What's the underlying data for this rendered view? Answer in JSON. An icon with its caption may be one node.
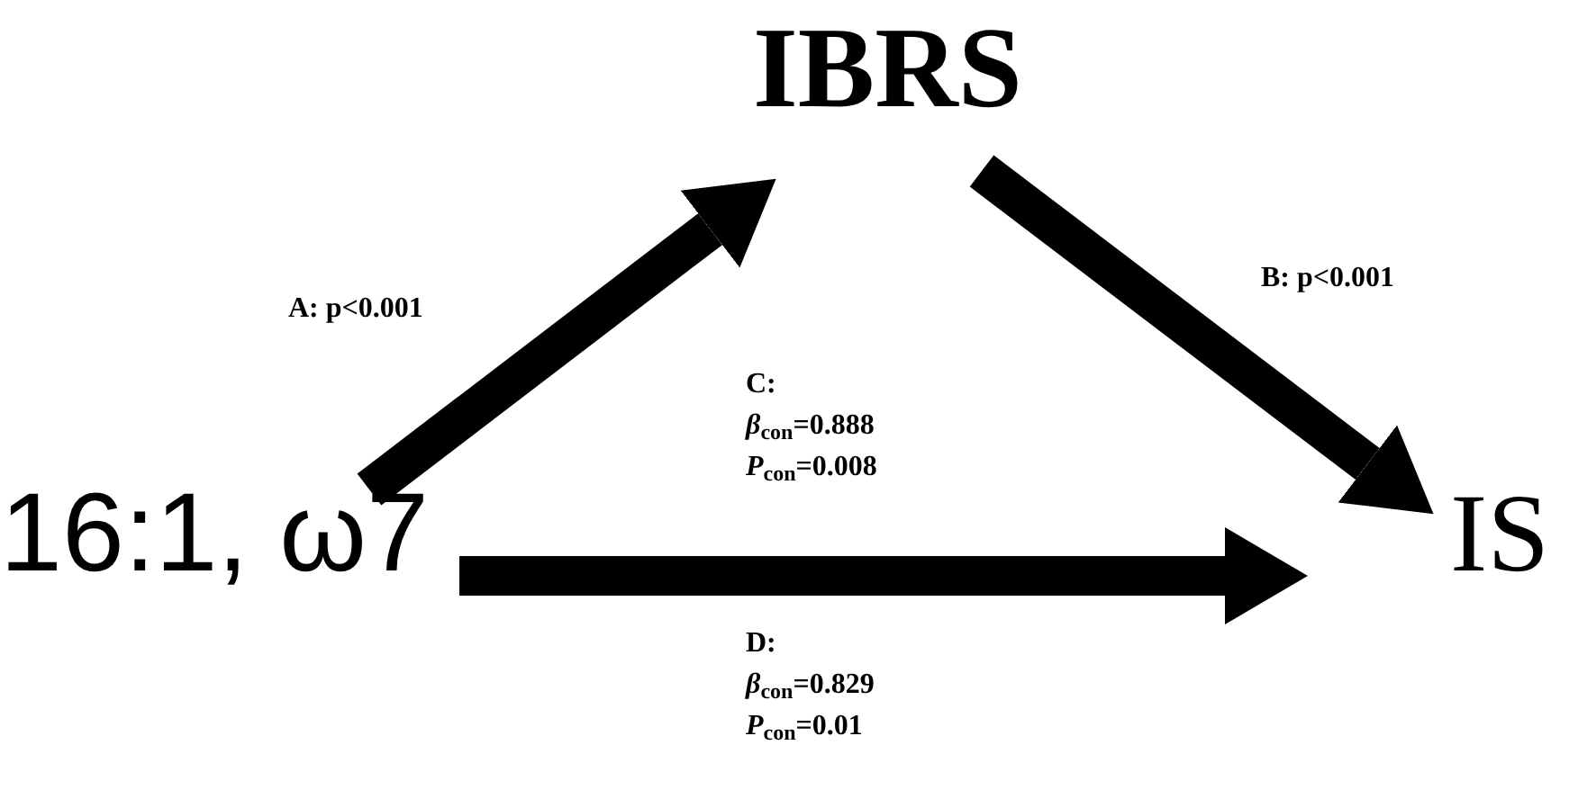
{
  "diagram": {
    "nodes": [
      {
        "text": [
          "IBRS"
        ]
      },
      {
        "text": [
          "16:1, ω7"
        ]
      },
      {
        "text": [
          "IS"
        ]
      }
    ],
    "edges": [
      {
        "from": 1,
        "to": 0,
        "arrow": "to",
        "label": "A: p<0.001"
      },
      {
        "from": 0,
        "to": 2,
        "arrow": "to",
        "label": "B: p<0.001"
      },
      {
        "from": 1,
        "to": 2,
        "arrow": "to",
        "label": "C: *β*$_{con}$=0.888 *P*$_{con}$=0.008"
      }
    ],
    "labels": [
      "D: *β*$_{con}$=0.829 *P*$_{con}$=0.01"
    ]
  }
}
